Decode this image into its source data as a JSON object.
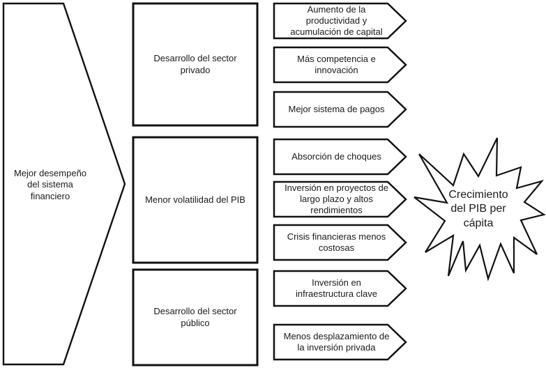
{
  "colors": {
    "outline": "#111111",
    "text": "#1a1a1a",
    "background": "#ffffff"
  },
  "root_node": {
    "label": "Mejor desempeño\ndel sistema\nfinanciero"
  },
  "mid_nodes": [
    {
      "label": "Desarrollo del sector\nprivado"
    },
    {
      "label": "Menor volatilidad del PIB"
    },
    {
      "label": "Desarrollo del sector\npúblico"
    }
  ],
  "channels": [
    {
      "label": "Aumento de la\nproductividad y\nacumulación de capital"
    },
    {
      "label": "Más competencia e\ninnovación"
    },
    {
      "label": "Mejor sistema de pagos"
    },
    {
      "label": "Absorción de choques"
    },
    {
      "label": "Inversión en proyectos de\nlargo plazo y altos\nrendimientos"
    },
    {
      "label": "Crisis financieras menos\ncostosas"
    },
    {
      "label": "Inversión en\ninfraestructura clave"
    },
    {
      "label": "Menos desplazamiento de\nla inversión privada"
    }
  ],
  "outcome_node": {
    "label": "Crecimiento\ndel PIB per\ncápita"
  }
}
